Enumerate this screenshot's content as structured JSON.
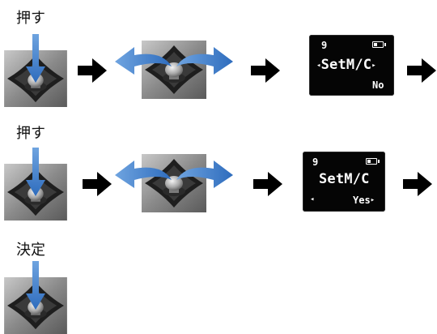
{
  "steps": [
    {
      "label": "押す"
    },
    {
      "label": "押す"
    },
    {
      "label": "決定"
    }
  ],
  "screen1": {
    "number": "9",
    "title": "SetM/C",
    "title_left_marker": "◂",
    "title_right_marker": "▸",
    "value": "No"
  },
  "screen2": {
    "number": "9",
    "title": "SetM/C",
    "left_marker": "◂",
    "value": "Yes",
    "right_marker": "▸"
  },
  "icons": {
    "joystick_press": "joystick-press-icon",
    "joystick_tilt": "joystick-tilt-icon",
    "next_arrow": "right-arrow-icon",
    "battery": "battery-icon"
  },
  "colors": {
    "arrow_blue": "#3a79c8",
    "arrow_black": "#000000",
    "screen_bg": "#050505",
    "screen_text": "#ffffff"
  }
}
